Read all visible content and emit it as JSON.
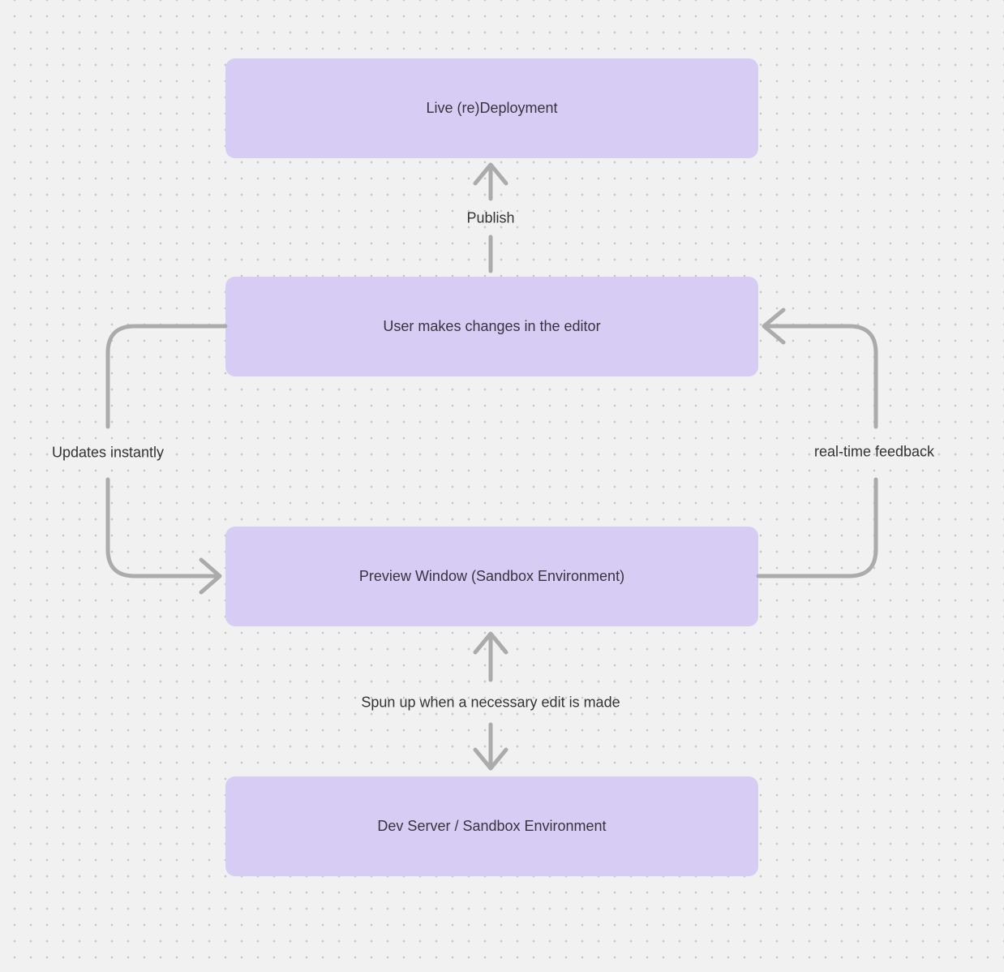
{
  "diagram": {
    "nodes": [
      {
        "id": "live-deployment",
        "label": "Live (re)Deployment"
      },
      {
        "id": "editor-changes",
        "label": "User makes changes in the editor"
      },
      {
        "id": "preview-window",
        "label": "Preview Window (Sandbox Environment)"
      },
      {
        "id": "dev-server",
        "label": "Dev Server / Sandbox Environment"
      }
    ],
    "edges": [
      {
        "from": "editor-changes",
        "to": "live-deployment",
        "label": "Publish",
        "direction": "up"
      },
      {
        "from": "editor-changes",
        "to": "preview-window",
        "label": "Updates instantly",
        "side": "left"
      },
      {
        "from": "preview-window",
        "to": "editor-changes",
        "label": "real-time feedback",
        "side": "right"
      },
      {
        "from": "dev-server",
        "to": "preview-window",
        "label": "Spun up when a necessary edit is made",
        "direction": "bidirectional"
      }
    ]
  },
  "colors": {
    "background": "#F2F1F1",
    "grid_dot": "#C8C6C6",
    "node_fill": "#D7CDF4",
    "node_text": "#37333F",
    "arrow": "#ACABAB",
    "edge_label_text": "#333333"
  }
}
